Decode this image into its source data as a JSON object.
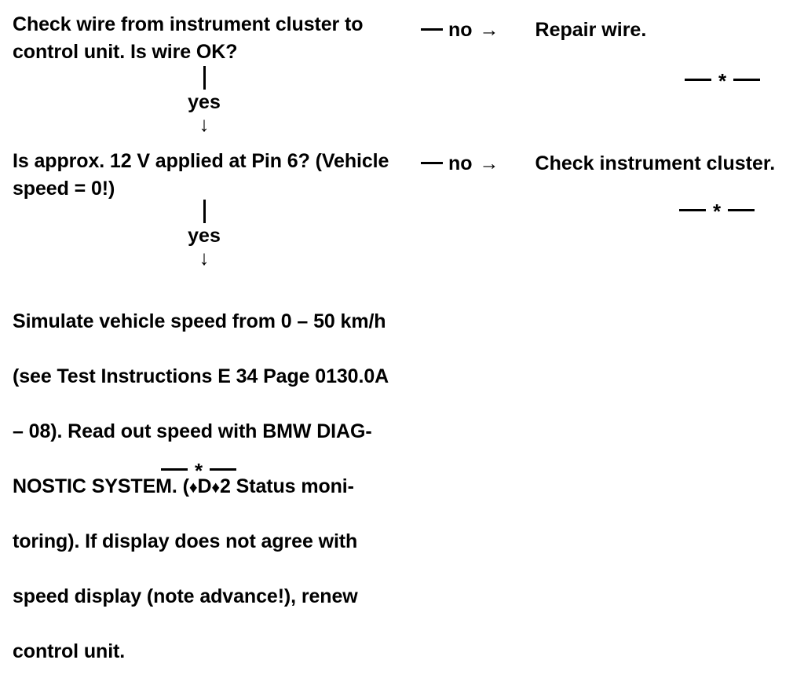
{
  "document": {
    "type": "troubleshooting-flowchart",
    "background_color": "#ffffff",
    "text_color": "#000000"
  },
  "steps": [
    {
      "id": "step-1",
      "question": "Check wire from instrument cluster to\ncontrol unit. Is wire OK?",
      "no_branch": {
        "dash": "—",
        "label": "no",
        "arrow": "→",
        "result": "Repair wire."
      },
      "yes_branch": {
        "label": "yes",
        "arrow": "↓"
      }
    },
    {
      "id": "step-2",
      "question": "Is approx. 12 V applied at Pin 6? (Vehicle\nspeed = 0!)",
      "no_branch": {
        "dash": "—",
        "label": "no",
        "arrow": "→",
        "result": "Check instrument cluster."
      },
      "yes_branch": {
        "label": "yes",
        "arrow": "↓"
      }
    },
    {
      "id": "step-3",
      "instruction_line_1": "Simulate vehicle speed from 0 – 50 km/h",
      "instruction_line_2": "(see Test Instructions E 34 Page 0130.0A",
      "instruction_line_3": "– 08). Read out speed with BMW DIAG-",
      "instruction_line_4_prefix": "NOSTIC SYSTEM. (",
      "instruction_diamond_1": "♦",
      "instruction_d": "D",
      "instruction_diamond_2": "♦",
      "instruction_line_4_suffix": "2 Status moni-",
      "instruction_line_5": "toring). If display does not agree with",
      "instruction_line_6": "speed display (note advance!), renew",
      "instruction_line_7": "control unit."
    }
  ],
  "separators": [
    {
      "id": "separator-1",
      "left_rule": "—",
      "star": "*",
      "right_rule": "—"
    },
    {
      "id": "separator-2",
      "left_rule": "—",
      "star": "*",
      "right_rule": "—"
    },
    {
      "id": "separator-3",
      "left_rule": "—",
      "star": "*",
      "right_rule": "—"
    }
  ]
}
